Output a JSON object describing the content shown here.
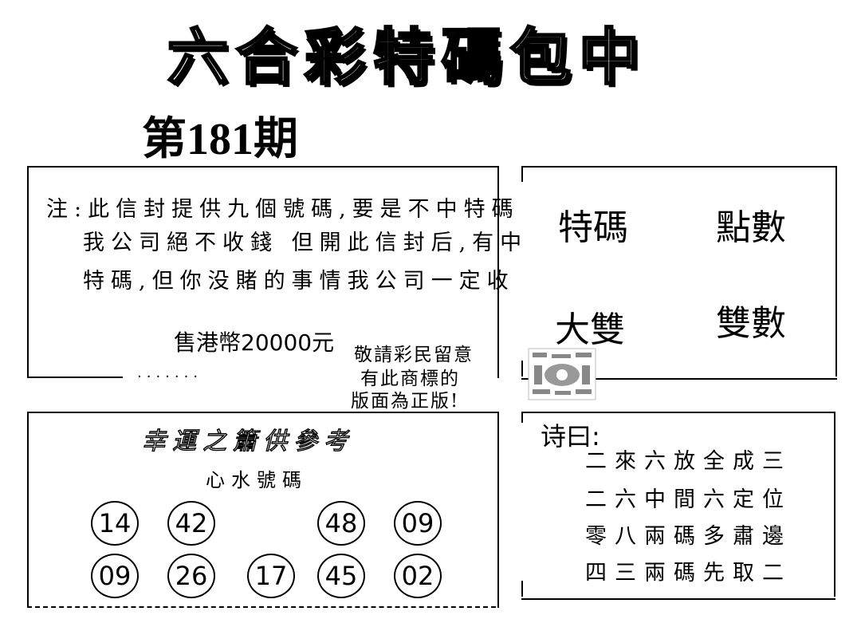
{
  "headline": "六合彩特碼包中",
  "issue": "第181期",
  "notice": {
    "line1": "注:此信封提供九個號碼,要是不中特碼",
    "line2": "我公司絕不收錢 但開此信封后,有中",
    "line3": "特碼,但你没賭的事情我公司一定收",
    "price": "售港幣20000元"
  },
  "properties": {
    "special_code": "特碼",
    "points": "點數",
    "big_double": "大雙",
    "double_count": "雙數"
  },
  "watermark_note": {
    "line1": "敬請彩民留意",
    "line2": "有此商標的",
    "line3": "版面為正版!"
  },
  "lucky": {
    "title": "幸運之簫供參考",
    "label": "心水號碼",
    "numbers_row1": [
      "14",
      "42",
      "48",
      "09"
    ],
    "numbers_row2": [
      "09",
      "26",
      "17",
      "45",
      "02"
    ]
  },
  "poem": {
    "title": "诗曰:",
    "lines": [
      "二來六放全成三",
      "二六中間六定位",
      "零八兩碼多肅邊",
      "四三兩碼先取二"
    ]
  }
}
